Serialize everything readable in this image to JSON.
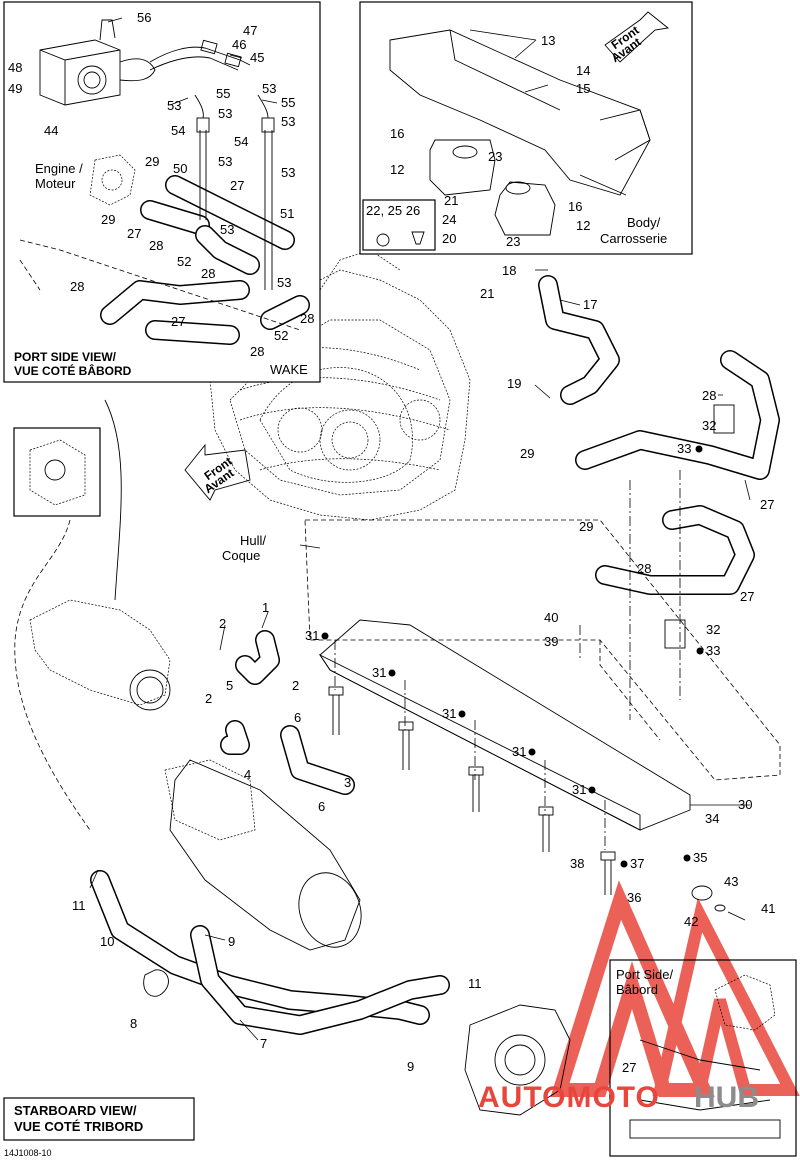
{
  "views": {
    "port_inset": {
      "title_line1": "PORT SIDE VIEW/",
      "title_line2": "VUE COTÉ BÂBORD",
      "wake": "WAKE"
    },
    "starboard": {
      "title_line1": "STARBOARD VIEW/",
      "title_line2": "VUE COTÉ TRIBORD"
    },
    "port_small": {
      "line1": "Port Side/",
      "line2": "Bâbord",
      "callout": "27"
    }
  },
  "labels": {
    "engine_l1": "Engine /",
    "engine_l2": "Moteur",
    "front_l1": "Front",
    "front_l2": "Avant",
    "body_l1": "Body/",
    "body_l2": "Carrosserie",
    "hull_l1": "Hull/",
    "hull_l2": "Coque",
    "kit": "22, 25  26"
  },
  "footer": {
    "code": "14J1008-10"
  },
  "watermark": {
    "text_red": "AUTOMOTO",
    "text_gray": "HUB"
  },
  "colors": {
    "watermark_red": "#e8463c",
    "watermark_gray": "#8c8c8c",
    "line": "#000000"
  },
  "callouts": {
    "c56": "56",
    "c47": "47",
    "c46": "46",
    "c45": "45",
    "c48": "48",
    "c49": "49",
    "c44": "44",
    "c55a": "55",
    "c53a": "53",
    "c53b": "53",
    "c55b": "55",
    "c53c": "53",
    "c53d": "53",
    "c54a": "54",
    "c54b": "54",
    "c50": "50",
    "c53e": "53",
    "c53f": "53",
    "c29a": "29",
    "c27a": "27",
    "c29b": "29",
    "c27b": "27",
    "c51": "51",
    "c28a": "28",
    "c53g": "53",
    "c52a": "52",
    "c28b": "28",
    "c28c": "28",
    "c53h": "53",
    "c27c": "27",
    "c28d": "28",
    "c52b": "52",
    "c28e": "28",
    "c13": "13",
    "c14": "14",
    "c15": "15",
    "c16a": "16",
    "c12a": "12",
    "c23a": "23",
    "c21a": "21",
    "c24": "24",
    "c20": "20",
    "c16b": "16",
    "c12b": "12",
    "c23b": "23",
    "c21b": "21",
    "c18": "18",
    "c17": "17",
    "c19": "19",
    "c28f": "28",
    "c32a": "32",
    "c33a": "33",
    "c29c": "29",
    "c27d": "27",
    "c29d": "29",
    "c28g": "28",
    "c27e": "27",
    "c40": "40",
    "c39": "39",
    "c32b": "32",
    "c33b": "33",
    "c1": "1",
    "c2a": "2",
    "c31a": "31",
    "c31b": "31",
    "c31c": "31",
    "c31d": "31",
    "c31e": "31",
    "c5": "5",
    "c2b": "2",
    "c2c": "2",
    "c6a": "6",
    "c4": "4",
    "c3": "3",
    "c6b": "6",
    "c30": "30",
    "c34": "34",
    "c35": "35",
    "c38": "38",
    "c37": "37",
    "c36": "36",
    "c43": "43",
    "c42": "42",
    "c41": "41",
    "c11a": "11",
    "c10": "10",
    "c9a": "9",
    "c8": "8",
    "c7": "7",
    "c11b": "11",
    "c9b": "9"
  }
}
